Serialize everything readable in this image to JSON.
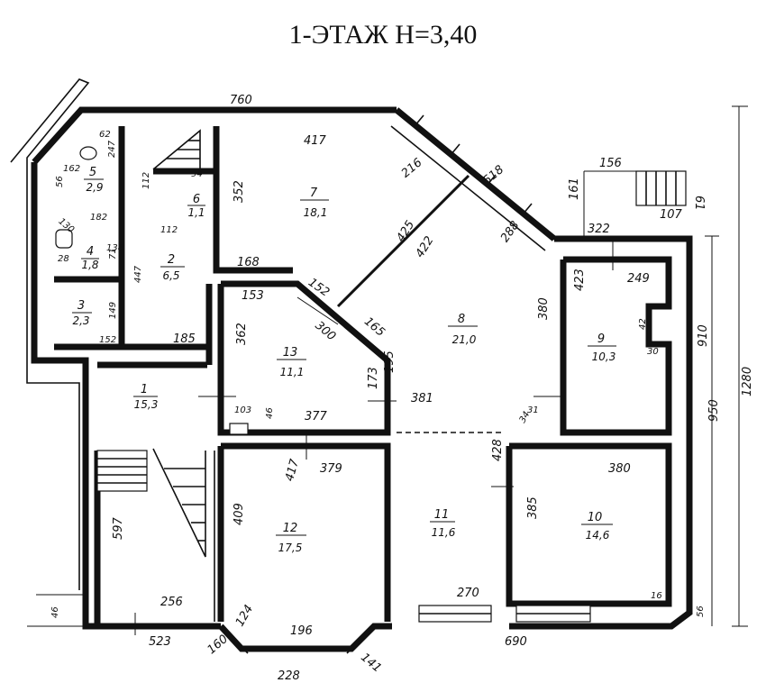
{
  "title": "1-ЭТАЖ  H=3,40",
  "rooms": [
    {
      "no": "1",
      "area": "15,3"
    },
    {
      "no": "2",
      "area": "6,5"
    },
    {
      "no": "3",
      "area": "2,3"
    },
    {
      "no": "4",
      "area": "1,8"
    },
    {
      "no": "5",
      "area": "2,9"
    },
    {
      "no": "6",
      "area": "1,1"
    },
    {
      "no": "7",
      "area": "18,1"
    },
    {
      "no": "8",
      "area": "21,0"
    },
    {
      "no": "9",
      "area": "10,3"
    },
    {
      "no": "10",
      "area": "14,6"
    },
    {
      "no": "11",
      "area": "11,6"
    },
    {
      "no": "12",
      "area": "17,5"
    },
    {
      "no": "13",
      "area": "11,1"
    }
  ],
  "dimensions": {
    "d760": "760",
    "d417": "417",
    "d216": "216",
    "d518": "518",
    "d156": "156",
    "d161": "161",
    "d61": "61",
    "d107": "107",
    "d322": "322",
    "d288": "288",
    "d352": "352",
    "d425": "425",
    "d422": "422",
    "d168": "168",
    "d152": "152",
    "d153": "153",
    "d165": "165",
    "d300": "300",
    "d362": "362",
    "d380a": "380",
    "d423": "423",
    "d249": "249",
    "d42": "42",
    "d30": "30",
    "d910": "910",
    "d1280": "1280",
    "d950": "950",
    "d173": "173",
    "d195": "195",
    "d381": "381",
    "d103": "103",
    "d46a": "46",
    "d377": "377",
    "d34": "34",
    "d31": "31",
    "d428": "428",
    "d379": "379",
    "d417b": "417",
    "d409": "409",
    "d380b": "380",
    "d385": "385",
    "d597": "597",
    "d256": "256",
    "d46b": "46",
    "d523": "523",
    "d124": "124",
    "d196": "196",
    "d160": "160",
    "d228": "228",
    "d141": "141",
    "d270": "270",
    "d690": "690",
    "d16": "16",
    "d56": "56",
    "d185": "185",
    "d152b": "152",
    "d149": "149",
    "d447": "447",
    "d112a": "112",
    "d112b": "112",
    "d182": "182",
    "d138": "138",
    "d62": "62",
    "d247": "247",
    "d162": "162",
    "d56b": "56",
    "d130": "130",
    "d28": "28",
    "d71": "71",
    "d94": "94"
  }
}
